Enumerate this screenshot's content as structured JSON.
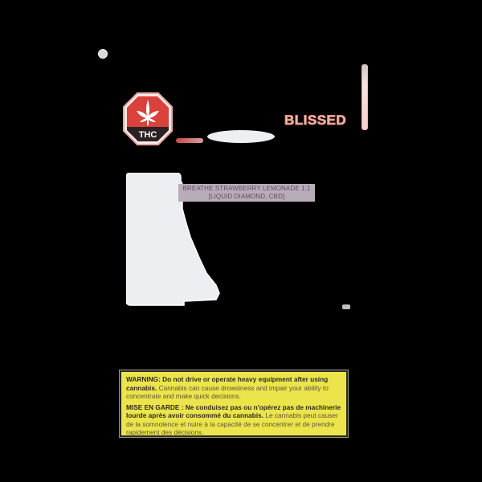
{
  "badge": {
    "label": "THC",
    "colors": {
      "red": "#d9413b",
      "dark": "#2b2223",
      "white": "#ffffff"
    }
  },
  "brand": {
    "name": "BLISSED"
  },
  "product": {
    "line1": "BREATHE STRAWBERRY LEMONADE 1:1",
    "line2": "[LIQUID DIAMOND, CBD]"
  },
  "warning": {
    "en_bold": "WARNING: Do not drive or operate heavy equipment after using cannabis.",
    "en_text": " Cannabis can cause drowsiness and impair your ability to concentrate and make quick decisions.",
    "fr_bold": "MISE EN GARDE : Ne conduisez pas ou n'opérez pas de machinerie lourde après avoir consommé du cannabis.",
    "fr_text": " Le cannabis peut causer de la somnolence et nuire à la capacité de se concentrer et de prendre rapidement des décisions.",
    "background": "#ece44b"
  }
}
